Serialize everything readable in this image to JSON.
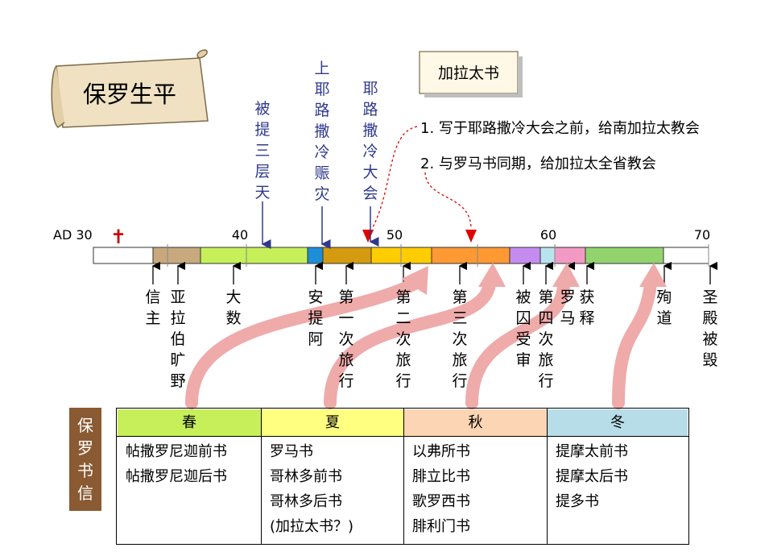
{
  "title": "保罗生平",
  "callout_box": "加拉太书",
  "callout_items": [
    "1. 写于耶路撒冷大会之前，给南加拉太教会",
    "2. 与罗马书同期，给加拉太全省教会"
  ],
  "start_label": "AD 30",
  "decade_labels": [
    "40",
    "50",
    "60",
    "70"
  ],
  "cross_symbol": "✝",
  "top_events": [
    {
      "text": "被提三层天",
      "color": "#2f3a8c"
    },
    {
      "text": "上耶路撒冷赈灾",
      "color": "#2f3a8c"
    },
    {
      "text": "耶路撒冷大会",
      "color": "#2f3a8c"
    }
  ],
  "bottom_events": [
    "信主",
    "亚拉伯旷野",
    "大数",
    "安提阿",
    "第一次旅行",
    "第二次旅行",
    "第三次旅行",
    "被囚受审",
    "第四次旅行",
    "罗马",
    "获释",
    "殉道",
    "圣殿被毁"
  ],
  "timeline_segments": [
    {
      "color": "#ffffff"
    },
    {
      "color": "#c8a97e"
    },
    {
      "color": "#c6ef5a"
    },
    {
      "color": "#1e8ed6"
    },
    {
      "color": "#d49a10"
    },
    {
      "color": "#ffcc00"
    },
    {
      "color": "#ff9933"
    },
    {
      "color": "#c58cf0"
    },
    {
      "color": "#b8e4ee"
    },
    {
      "color": "#f29ac4"
    },
    {
      "color": "#92d36e"
    },
    {
      "color": "#ffffff"
    }
  ],
  "letters_label": "保罗书信",
  "seasons": [
    {
      "name": "春",
      "color": "#c6ef5a",
      "letters": [
        "帖撒罗尼迦前书",
        "帖撒罗尼迦后书"
      ]
    },
    {
      "name": "夏",
      "color": "#ffff80",
      "letters": [
        "罗马书",
        "哥林多前书",
        "哥林多后书",
        "(加拉太书？)"
      ]
    },
    {
      "name": "秋",
      "color": "#fcd5b4",
      "letters": [
        "以弗所书",
        "腓立比书",
        "歌罗西书",
        "腓利门书"
      ]
    },
    {
      "name": "冬",
      "color": "#b7dde8",
      "letters": [
        "提摩太前书",
        "提摩太后书",
        "提多书"
      ]
    }
  ]
}
